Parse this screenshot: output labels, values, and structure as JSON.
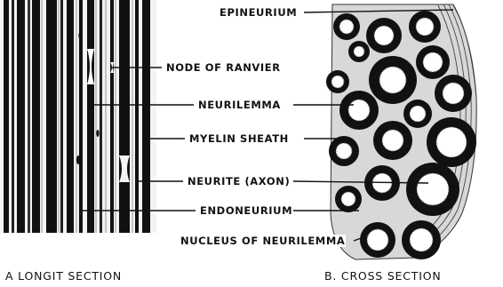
{
  "labels": {
    "epineurium": "EPINEURIUM",
    "node_of_ranvier": "NODE OF RANVIER",
    "neurilemma": "NEURILEMMA",
    "myelin_sheath": "MYELIN SHEATH",
    "neurite": "NEURITE (AXON)",
    "endoneurium": "ENDONEURIUM",
    "nucleus": "NUCLEUS OF NEURILEMMA"
  },
  "captions": {
    "longitudinal": "A LONGIT SECTION",
    "cross": "B. CROSS SECTION"
  }
}
